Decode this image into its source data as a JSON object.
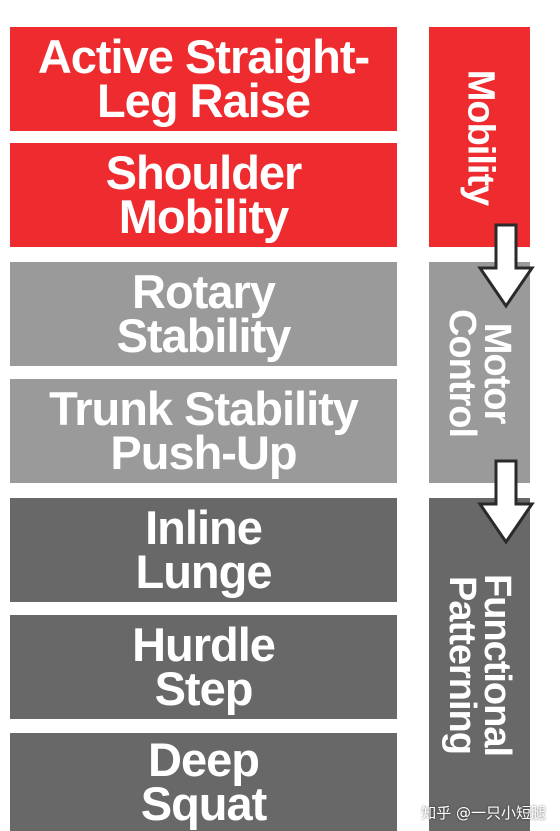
{
  "tests": [
    {
      "label": "Active Straight-\nLeg Raise",
      "group": "mobility"
    },
    {
      "label": "Shoulder\nMobility",
      "group": "mobility"
    },
    {
      "label": "Rotary\nStability",
      "group": "motor_control"
    },
    {
      "label": "Trunk Stability\nPush-Up",
      "group": "motor_control"
    },
    {
      "label": "Inline\nLunge",
      "group": "functional_patterning"
    },
    {
      "label": "Hurdle\nStep",
      "group": "functional_patterning"
    },
    {
      "label": "Deep\nSquat",
      "group": "functional_patterning"
    }
  ],
  "categories": {
    "mobility": "Mobility",
    "motor_control": "Motor\nControl",
    "functional_patterning": "Functional\nPatterning"
  },
  "colors": {
    "mobility": "#ee2b2f",
    "motor_control": "#9a9a9a",
    "functional_patterning": "#686868"
  },
  "watermark": "知乎 @一只小短腿"
}
